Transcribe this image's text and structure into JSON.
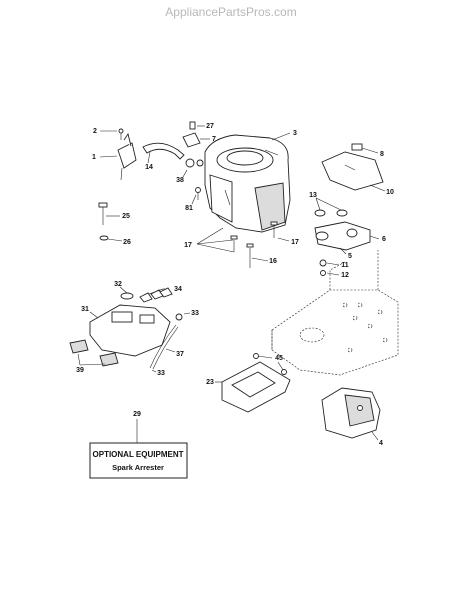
{
  "watermark": "AppliancePartsPros.com",
  "optional_box": {
    "title": "OPTIONAL EQUIPMENT",
    "subtitle": "Spark Arrester"
  },
  "callouts": {
    "c1": "1",
    "c2": "2",
    "c3": "3",
    "c4": "4",
    "c5": "5",
    "c6": "6",
    "c7": "7",
    "c8": "8",
    "c10": "10",
    "c11": "11",
    "c12": "12",
    "c13": "13",
    "c14": "14",
    "c16": "16",
    "c17a": "17",
    "c17b": "17",
    "c23": "23",
    "c25": "25",
    "c26": "26",
    "c27": "27",
    "c29": "29",
    "c31": "31",
    "c32": "32",
    "c33a": "33",
    "c33b": "33",
    "c34": "34",
    "c37": "37",
    "c38": "38",
    "c39": "39",
    "c45": "45",
    "c81": "81"
  }
}
